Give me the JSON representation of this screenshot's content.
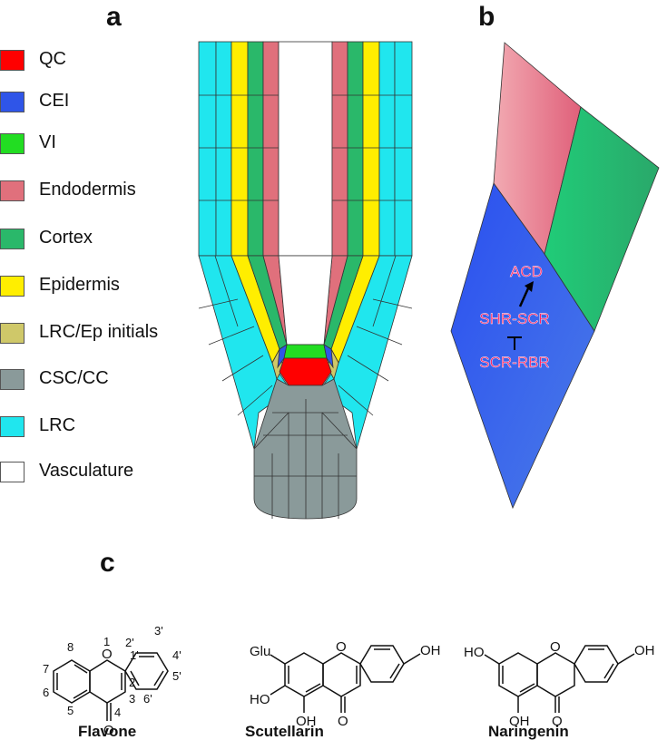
{
  "panels": {
    "a": "a",
    "b": "b",
    "c": "c"
  },
  "legend": [
    {
      "label": "QC",
      "color": "#ff0000"
    },
    {
      "label": "CEI",
      "color": "#2f55e8"
    },
    {
      "label": "VI",
      "color": "#22dd22"
    },
    {
      "label": "Endodermis",
      "color": "#e0707c"
    },
    {
      "label": "Cortex",
      "color": "#2ab86a"
    },
    {
      "label": "Epidermis",
      "color": "#ffee00"
    },
    {
      "label": "LRC/Ep initials",
      "color": "#cfc869"
    },
    {
      "label": "CSC/CC",
      "color": "#8a9a9a"
    },
    {
      "label": "LRC",
      "color": "#20e6ee"
    },
    {
      "label": "Vasculature",
      "color": "#ffffff"
    }
  ],
  "panel_b": {
    "acd": "ACD",
    "shr_scr": "SHR-SCR",
    "scr_rbr": "SCR-RBR",
    "text_color": "#ff2266"
  },
  "chemicals": {
    "flavone": {
      "name": "Flavone",
      "numbers": [
        "1",
        "2",
        "3",
        "4",
        "5",
        "6",
        "7",
        "8",
        "1'",
        "2'",
        "3'",
        "4'",
        "5'",
        "6'"
      ],
      "o_ring": "O",
      "o_carbonyl": "O"
    },
    "scutellarin": {
      "name": "Scutellarin",
      "glu": "Glu",
      "ho": "HO",
      "oh_bottom": "OH",
      "oh_right": "OH",
      "o_ring": "O",
      "o_carbonyl": "O"
    },
    "naringenin": {
      "name": "Naringenin",
      "ho_left": "HO",
      "oh_bottom": "OH",
      "oh_right": "OH",
      "o_ring": "O",
      "o_carbonyl": "O"
    }
  }
}
